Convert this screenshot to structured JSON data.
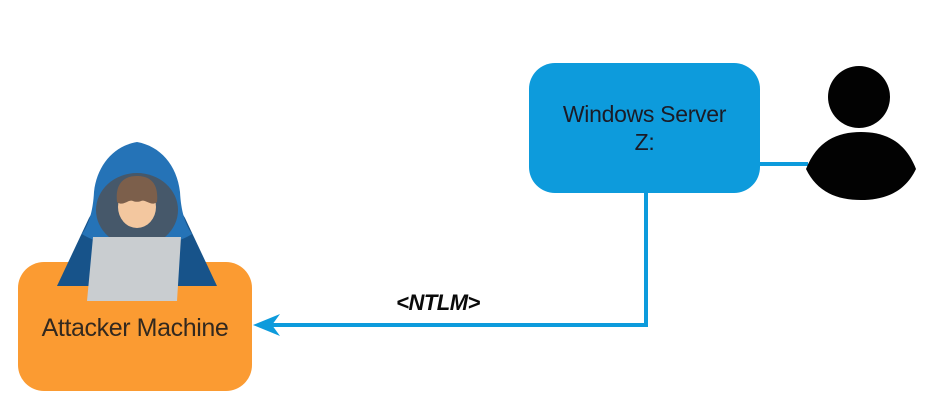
{
  "diagram": {
    "nodes": {
      "server": {
        "label_line1": "Windows Server",
        "label_line2": "Z:"
      },
      "attacker": {
        "label": "Attacker Machine"
      }
    },
    "edges": {
      "ntlm": {
        "label": "<NTLM>",
        "from": "server",
        "to": "attacker",
        "direction": "left"
      },
      "server_user": {
        "from": "server",
        "to": "user-icon"
      }
    },
    "icons": {
      "user": "user-silhouette-icon",
      "hacker": "hooded-hacker-laptop-icon"
    }
  },
  "colors": {
    "node_blue": "#0D9BDC",
    "node_orange": "#FB9B32",
    "line_blue": "#0D9BDC",
    "server_text": "#1B1B26",
    "attacker_text": "#33291F",
    "ntlm_text": "#0A0A0A",
    "icon_black": "#020202",
    "hacker_hood": "#2573B7",
    "hacker_body": "#17538A",
    "hacker_inner_hood": "#46586A",
    "hacker_hair": "#7C5F4B",
    "hacker_skin": "#F3C79F",
    "hacker_laptop": "#C9CDD0",
    "background": "#FFFFFF"
  }
}
